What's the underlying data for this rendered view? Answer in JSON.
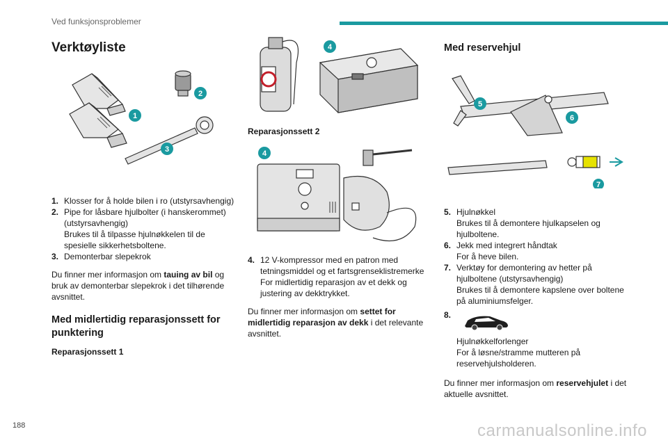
{
  "colors": {
    "accent": "#1a9aa0"
  },
  "header": {
    "title": "Ved funksjonsproblemer"
  },
  "col1": {
    "heading": "Verktøyliste",
    "items": [
      {
        "num": "1.",
        "text": "Klosser for å holde bilen i ro (utstyrsavhengig)"
      },
      {
        "num": "2.",
        "text": "Pipe for låsbare hjulbolter (i hanskerommet) (utstyrsavhengig)",
        "extra": "Brukes til å tilpasse hjulnøkkelen til de spesielle sikkerhetsboltene."
      },
      {
        "num": "3.",
        "text": "Demonterbar slepekrok"
      }
    ],
    "info_pre": "Du finner mer informasjon om ",
    "info_bold": "tauing av bil",
    "info_post": " og bruk av demonterbar slepekrok i det tilhørende avsnittet.",
    "subheading": "Med midlertidig reparasjonssett for punktering",
    "kit1_caption": "Reparasjonssett 1"
  },
  "col2": {
    "kit2_caption": "Reparasjonssett 2",
    "item4": {
      "num": "4.",
      "text": "12 V-kompressor med en patron med tetningsmiddel og et fartsgrenseklistremerke",
      "extra": "For midlertidig reparasjon av et dekk og justering av dekktrykket."
    },
    "info_pre": "Du finner mer informasjon om ",
    "info_bold": "settet for midlertidig reparasjon av dekk",
    "info_post": " i det relevante avsnittet."
  },
  "col3": {
    "heading": "Med reservehjul",
    "items": [
      {
        "num": "5.",
        "text": "Hjulnøkkel",
        "extra": "Brukes til å demontere hjulkapselen og hjulboltene."
      },
      {
        "num": "6.",
        "text": "Jekk med integrert håndtak",
        "extra": "For å heve bilen."
      },
      {
        "num": "7.",
        "text": "Verktøy for demontering av hetter på hjulboltene (utstyrsavhengig)",
        "extra": "Brukes til å demontere kapslene over boltene på aluminiumsfelger."
      }
    ],
    "item8": {
      "num": "8.",
      "text": "Hjulnøkkelforlenger",
      "extra": "For å løsne/stramme mutteren på reservehjulsholderen."
    },
    "info_pre": "Du finner mer informasjon om ",
    "info_bold": "reservehjulet",
    "info_post": " i det aktuelle avsnittet."
  },
  "badges": {
    "b1": "1",
    "b2": "2",
    "b3": "3",
    "b4a": "4",
    "b4b": "4",
    "b5": "5",
    "b6": "6",
    "b7": "7",
    "b8": "8"
  },
  "footer": {
    "page_number": "188",
    "watermark": "carmanualsonline.info"
  }
}
